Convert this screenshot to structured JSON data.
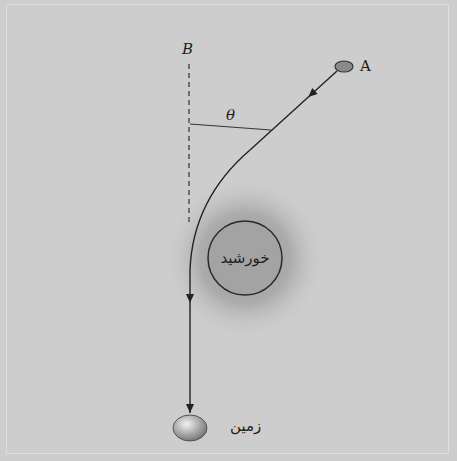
{
  "diagram": {
    "nodes": [
      {
        "text": [
          "A"
        ]
      },
      {
        "text": [
          "خورشید"
        ]
      },
      {
        "text": [
          "زمین"
        ]
      }
    ],
    "edges": [
      {
        "from": 0,
        "to": 2,
        "arrow": "to"
      }
    ],
    "labels": [
      "B",
      "θ"
    ]
  }
}
